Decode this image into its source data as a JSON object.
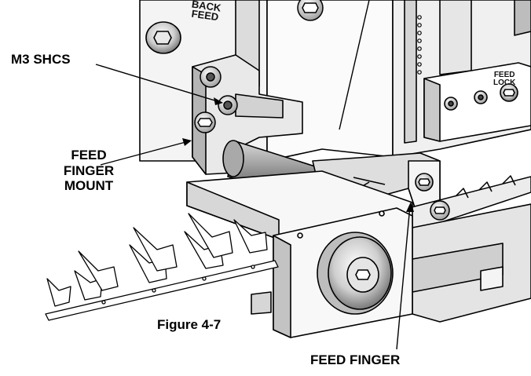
{
  "labels": {
    "m3_shcs": "M3 SHCS",
    "feed_finger_mount": [
      "FEED",
      "FINGER",
      "MOUNT"
    ],
    "figure_caption": "Figure 4-7",
    "feed_finger": "FEED FINGER"
  },
  "part_markings": {
    "back_feed": [
      "BACK",
      "FEED"
    ],
    "feed_lock": [
      "FEED",
      "LOCK"
    ]
  },
  "colors": {
    "line": "#000000",
    "metal_light": "#f2f2f2",
    "metal_mid": "#c8c8c8",
    "metal_dark": "#8a8a8a",
    "shaft": "#7a7a7a"
  }
}
